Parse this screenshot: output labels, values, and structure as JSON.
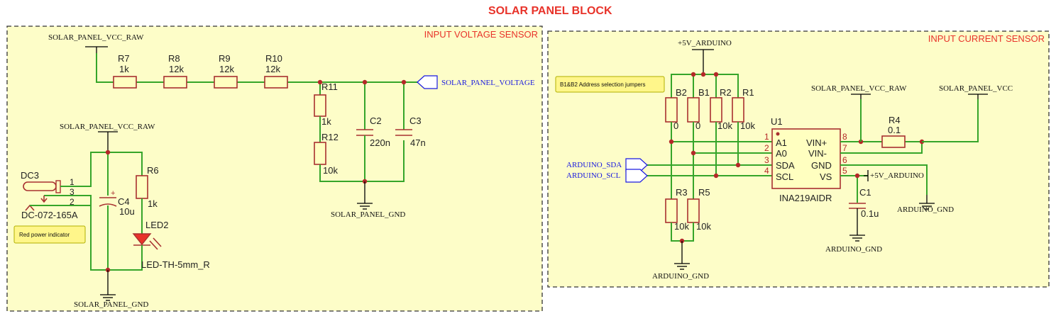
{
  "title": "SOLAR PANEL BLOCK",
  "blocks": {
    "left_label": "INPUT VOLTAGE SENSOR",
    "right_label": "INPUT CURRENT SENSOR"
  },
  "voltage_sensor": {
    "net_vcc_raw_top": "SOLAR_PANEL_VCC_RAW",
    "net_vcc_raw_mid": "SOLAR_PANEL_VCC_RAW",
    "net_voltage": "SOLAR_PANEL_VOLTAGE",
    "net_gnd_1": "SOLAR_PANEL_GND",
    "net_gnd_2": "SOLAR_PANEL_GND",
    "r7": {
      "ref": "R7",
      "value": "1k"
    },
    "r8": {
      "ref": "R8",
      "value": "12k"
    },
    "r9": {
      "ref": "R9",
      "value": "12k"
    },
    "r10": {
      "ref": "R10",
      "value": "12k"
    },
    "r11": {
      "ref": "R11",
      "value": "1k"
    },
    "r12": {
      "ref": "R12",
      "value": "10k"
    },
    "c2": {
      "ref": "C2",
      "value": "220n"
    },
    "c3": {
      "ref": "C3",
      "value": "47n"
    },
    "c4": {
      "ref": "C4",
      "value": "10u"
    },
    "r6": {
      "ref": "R6",
      "value": "1k"
    },
    "led2": {
      "ref": "LED2",
      "value": "LED-TH-5mm_R"
    },
    "dc3": {
      "ref": "DC3",
      "value": "DC-072-165A",
      "pins": [
        "1",
        "3",
        "2"
      ]
    },
    "note": "Red power indicator"
  },
  "current_sensor": {
    "net_5v_top": "+5V_ARDUINO",
    "net_vcc_raw": "SOLAR_PANEL_VCC_RAW",
    "net_vcc": "SOLAR_PANEL_VCC",
    "net_sda": "ARDUINO_SDA",
    "net_scl": "ARDUINO_SCL",
    "net_5v_vs": "+5V_ARDUINO",
    "net_gnd_1": "ARDUINO_GND",
    "net_gnd_2": "ARDUINO_GND",
    "net_gnd_3": "ARDUINO_GND",
    "note": "B1&B2 Address selection jumpers",
    "b2": {
      "ref": "B2",
      "value": "0"
    },
    "b1": {
      "ref": "B1",
      "value": "0"
    },
    "r2": {
      "ref": "R2",
      "value": "10k"
    },
    "r1": {
      "ref": "R1",
      "value": "10k"
    },
    "r3": {
      "ref": "R3",
      "value": "10k"
    },
    "r5": {
      "ref": "R5",
      "value": "10k"
    },
    "r4": {
      "ref": "R4",
      "value": "0.1"
    },
    "c1": {
      "ref": "C1",
      "value": "0.1u"
    },
    "u1": {
      "ref": "U1",
      "part": "INA219AIDR",
      "left_pins": [
        {
          "num": "1",
          "name": "A1"
        },
        {
          "num": "2",
          "name": "A0"
        },
        {
          "num": "3",
          "name": "SDA"
        },
        {
          "num": "4",
          "name": "SCL"
        }
      ],
      "right_pins": [
        {
          "num": "8",
          "name": "VIN+"
        },
        {
          "num": "7",
          "name": "VIN-"
        },
        {
          "num": "6",
          "name": "GND"
        },
        {
          "num": "5",
          "name": "VS"
        }
      ]
    }
  },
  "colors": {
    "panel_bg": "#fdfdc8",
    "wire": "#36a52a",
    "component": "#a83030",
    "net_flag": "#1a1ae0",
    "block_label": "#e8332a"
  }
}
